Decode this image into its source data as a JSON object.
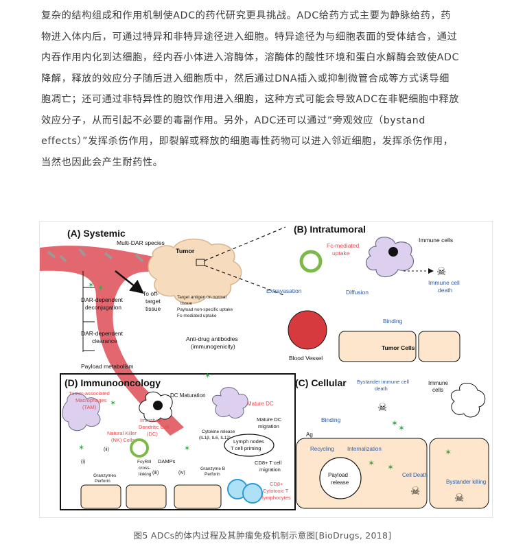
{
  "paragraph": {
    "lines": [
      "复杂的结构组成和作用机制使ADC的药代研究更具挑战。ADC给药方式主要为静脉给药，药",
      "物进入体内后，可通过特异和非特异途径进入细胞。特异途径为与细胞表面的受体结合，通过",
      "内吞作用内化到达细胞，经内吞小体进入溶酶体，溶酶体的酸性环境和蛋白水解酶会致使ADC",
      "降解，释放的效应分子随后进入细胞质中，然后通过DNA插入或抑制微管合成等方式诱导细",
      "胞凋亡；还可通过非特异性的胞饮作用进入细胞，这种方式可能会导致ADC在非靶细胞中释放",
      "效应分子，从而引起不必要的毒副作用。另外，ADC还可以通过”旁观效应（bystand",
      "effects）”发挥杀伤作用，即裂解或释放的细胞毒性药物可以进入邻近细胞，发挥杀伤作用，",
      "当然也因此会产生耐药性。"
    ]
  },
  "figure": {
    "panelA": {
      "title": "(A) Systemic",
      "multi_dar": "Multi-DAR species",
      "tumor": "Tumor",
      "dar_deconj_1": "DAR-dependent",
      "dar_deconj_2": "deconjugation",
      "dar_clear_1": "DAR-dependent",
      "dar_clear_2": "clearance",
      "payload_metab": "Payload metabolism",
      "off_target_1": "To off-",
      "off_target_2": "target",
      "off_target_3": "tissue",
      "bullet_1a": "Target antigen on normal",
      "bullet_1b": "tissue",
      "bullet_2": "Payload non-specific uptake",
      "bullet_3": "Fc-mediated uptake",
      "ada_1": "Anti-drug antibodies",
      "ada_2": "(immunogenicity)"
    },
    "panelB": {
      "title": "(B) Intratumoral",
      "fc_1": "Fc-mediated",
      "fc_2": "uptake",
      "immune_cells": "Immune cells",
      "death_1": "Immune cell",
      "death_2": "death",
      "extravasation": "Extravasation",
      "diffusion": "Diffusion",
      "binding": "Binding",
      "tumor_cells": "Tumor Cells",
      "blood_vessel": "Blood Vessel"
    },
    "panelC": {
      "title": "(C) Cellular",
      "bystander_death_1": "Bystander immune cell",
      "bystander_death_2": "death",
      "immune_1": "Immune",
      "immune_2": "cells",
      "binding": "Binding",
      "ag": "Ag",
      "recycling": "Recycling",
      "internalization": "Internalization",
      "payload_1": "Payload",
      "payload_2": "release",
      "cell_death": "Cell Death",
      "bystander_killing": "Bystander killing"
    },
    "panelD": {
      "title": "(D) Immunooncology",
      "tam_1": "Tumor-associated",
      "tam_2": "Macrophages",
      "tam_3": "(TAM)",
      "dc_maturation": "DC Maturation",
      "mature_dc": "Mature DC",
      "imm_dc_1": "Immature",
      "imm_dc_2": "Dendritic Cell",
      "imm_dc_3": "(DC)",
      "cyto_1": "Cytokine release",
      "cyto_2": "(IL1β, IL6, IL12)",
      "mature_mig_1": "Mature DC",
      "mature_mig_2": "migration",
      "lymph_1": "Lymph nodes",
      "lymph_2": "T cell priming",
      "nk_1": "Natural Killer",
      "nk_2": "(NK) Cells",
      "fcr_1": "FcγRIII",
      "fcr_2": "cross-",
      "fcr_3": "linking",
      "damps": "DAMPs",
      "gz_1": "Granzymes",
      "gz_2": "Perforin",
      "gzb_1": "Granzyme B",
      "gzb_2": "Perforin",
      "cd8mig_1": "CD8+ T cell",
      "cd8mig_2": "migration",
      "cd8_1": "CD8+",
      "cd8_2": "Cytotoxic T",
      "cd8_3": "lymphocytes",
      "r1": "(i)",
      "r2": "(ii)",
      "r3": "(iii)",
      "r4": "(iv)"
    }
  },
  "caption": "图5 ADCs的体内过程及其肿瘤免疫机制示意图[BioDrugs, 2018]"
}
